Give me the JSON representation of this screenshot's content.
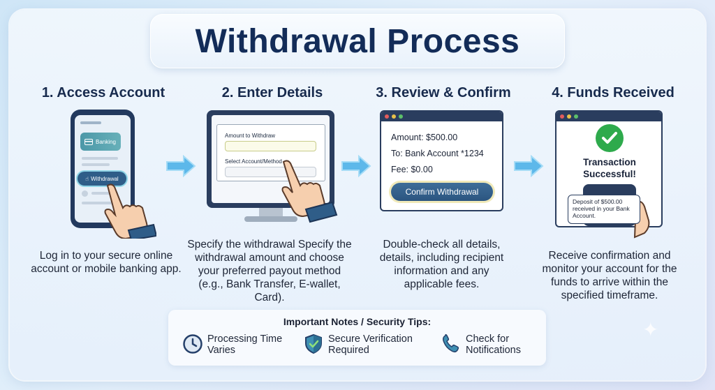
{
  "title": "Withdrawal Process",
  "steps": [
    {
      "heading": "1. Access Account",
      "description": "Log in to your secure online account or mobile banking app.",
      "illustration": {
        "card_label": "Banking",
        "button_label": "Withdrawal"
      }
    },
    {
      "heading": "2. Enter Details",
      "description": "Specify the withdrawal Specify the withdrawal amount and choose your preferred payout method (e.g., Bank Transfer, E-wallet, Card).",
      "illustration": {
        "field1_label": "Amount to Withdraw",
        "field2_label": "Select Account/Method"
      }
    },
    {
      "heading": "3. Review & Confirm",
      "description": "Double-check all details, details, including recipient information and any applicable fees.",
      "illustration": {
        "amount": "Amount: $500.00",
        "to": "To: Bank Account *1234",
        "fee": "Fee: $0.00",
        "button_label": "Confirm Withdrawal"
      }
    },
    {
      "heading": "4. Funds Received",
      "description": "Receive confirmation and monitor your account for the funds to arrive within the specified timeframe.",
      "illustration": {
        "status_line1": "Transaction",
        "status_line2": "Successful!",
        "notification": "Deposit of $500.00 received in your Bank Account."
      }
    }
  ],
  "notes": {
    "title": "Important Notes / Security Tips:",
    "items": [
      {
        "icon": "clock-icon",
        "text_line1": "Processing Time",
        "text_line2": "Varies"
      },
      {
        "icon": "shield-check-icon",
        "text_line1": "Secure Verification",
        "text_line2": "Required"
      },
      {
        "icon": "phone-icon",
        "text_line1": "Check for",
        "text_line2": "Notifications"
      }
    ]
  },
  "colors": {
    "navy": "#132c58",
    "accent_blue": "#2f5d88",
    "success_green": "#2eaa4c",
    "arrow_blue": "#5db8ea"
  }
}
